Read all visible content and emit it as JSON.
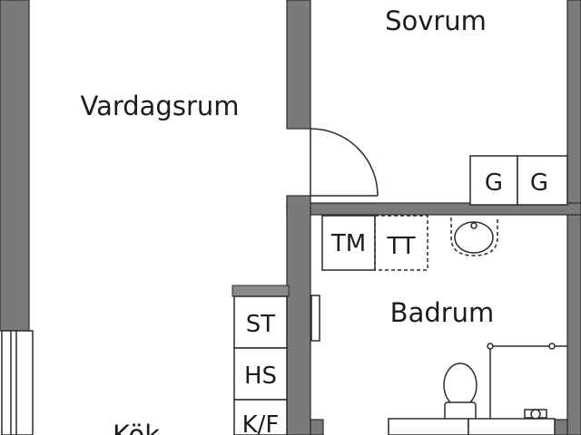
{
  "rooms": {
    "living": "Vardagsrum",
    "bedroom": "Sovrum",
    "bathroom": "Badrum",
    "kitchen": "Kök"
  },
  "fixtures": {
    "wardrobe_1": "G",
    "wardrobe_2": "G",
    "washing_machine": "TM",
    "dryer": "TT",
    "storage": "ST",
    "high_cabinet": "HS",
    "fridge_freezer": "K/F"
  }
}
